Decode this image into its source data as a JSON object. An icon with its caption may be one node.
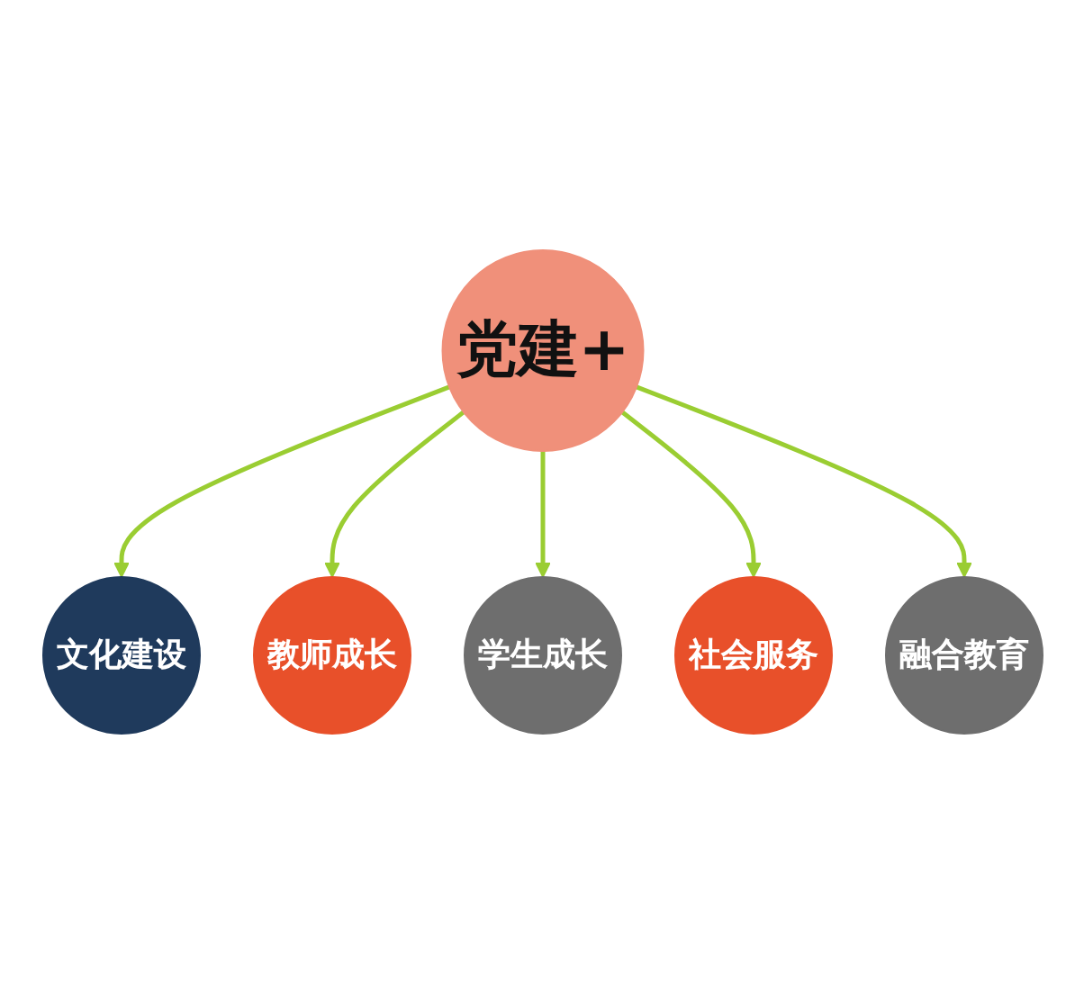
{
  "diagram": {
    "nodes": [
      {
        "text": [
          "党建+"
        ]
      },
      {
        "text": [
          "文化建设"
        ]
      },
      {
        "text": [
          "教师成长"
        ]
      },
      {
        "text": [
          "学生成长"
        ]
      },
      {
        "text": [
          "社会服务"
        ]
      },
      {
        "text": [
          "融合教育"
        ]
      }
    ],
    "edges": [
      {
        "from": 0,
        "to": 1,
        "arrow": "to"
      },
      {
        "from": 0,
        "to": 2,
        "arrow": "to"
      },
      {
        "from": 0,
        "to": 3,
        "arrow": "to"
      },
      {
        "from": 0,
        "to": 4,
        "arrow": "to"
      },
      {
        "from": 0,
        "to": 5,
        "arrow": "to"
      }
    ]
  }
}
